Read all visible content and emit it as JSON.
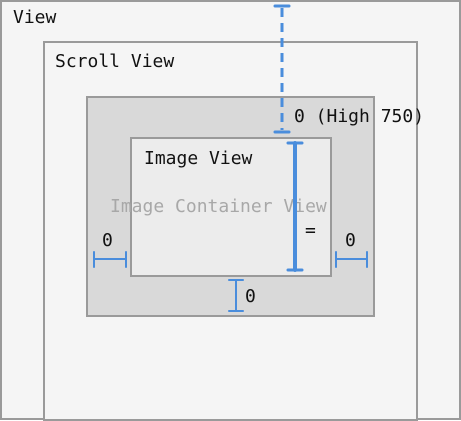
{
  "views": {
    "root": "View",
    "scroll": "Scroll View",
    "container": "Image Container View",
    "image": "Image View"
  },
  "constraints": {
    "top": "0 (High 750)",
    "leading": "0",
    "trailing": "0",
    "bottom": "0",
    "equal_height": "="
  },
  "colors": {
    "root_bg": "#f5f5f5",
    "scroll_bg": "#f5f5f5",
    "container_bg": "#d9d9d9",
    "image_bg": "#ececec",
    "border": "#9a9a9a",
    "constraint": "#4a8ddc",
    "container_label": "#a8a8a8"
  }
}
